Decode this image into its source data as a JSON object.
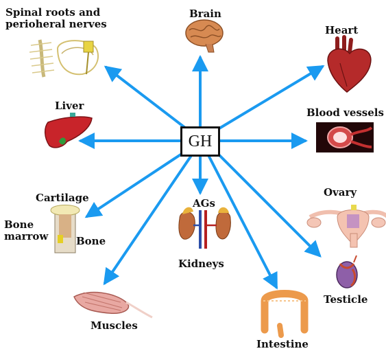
{
  "center": {
    "label": "GH"
  },
  "labels": {
    "spinal": "Spinal roots and perioheral nerves",
    "brain": "Brain",
    "heart": "Heart",
    "liver": "Liver",
    "blood_vessels": "Blood vessels",
    "cartilage": "Cartilage",
    "bone_marrow": "Bone marrow",
    "bone": "Bone",
    "ags": "AGs",
    "kidneys": "Kidneys",
    "ovary": "Ovary",
    "testicle": "Testicle",
    "muscles": "Muscles",
    "intestine": "Intestine"
  },
  "colors": {
    "arrow": "#1a9af0",
    "box_border": "#111111",
    "label_text": "#111111"
  },
  "icons": [
    "nerve-roots-icon",
    "brain-icon",
    "heart-icon",
    "liver-icon",
    "blood-vessel-icon",
    "bone-cartilage-icon",
    "kidneys-adrenal-icon",
    "ovary-uterus-icon",
    "testicle-icon",
    "muscle-icon",
    "intestine-icon"
  ]
}
